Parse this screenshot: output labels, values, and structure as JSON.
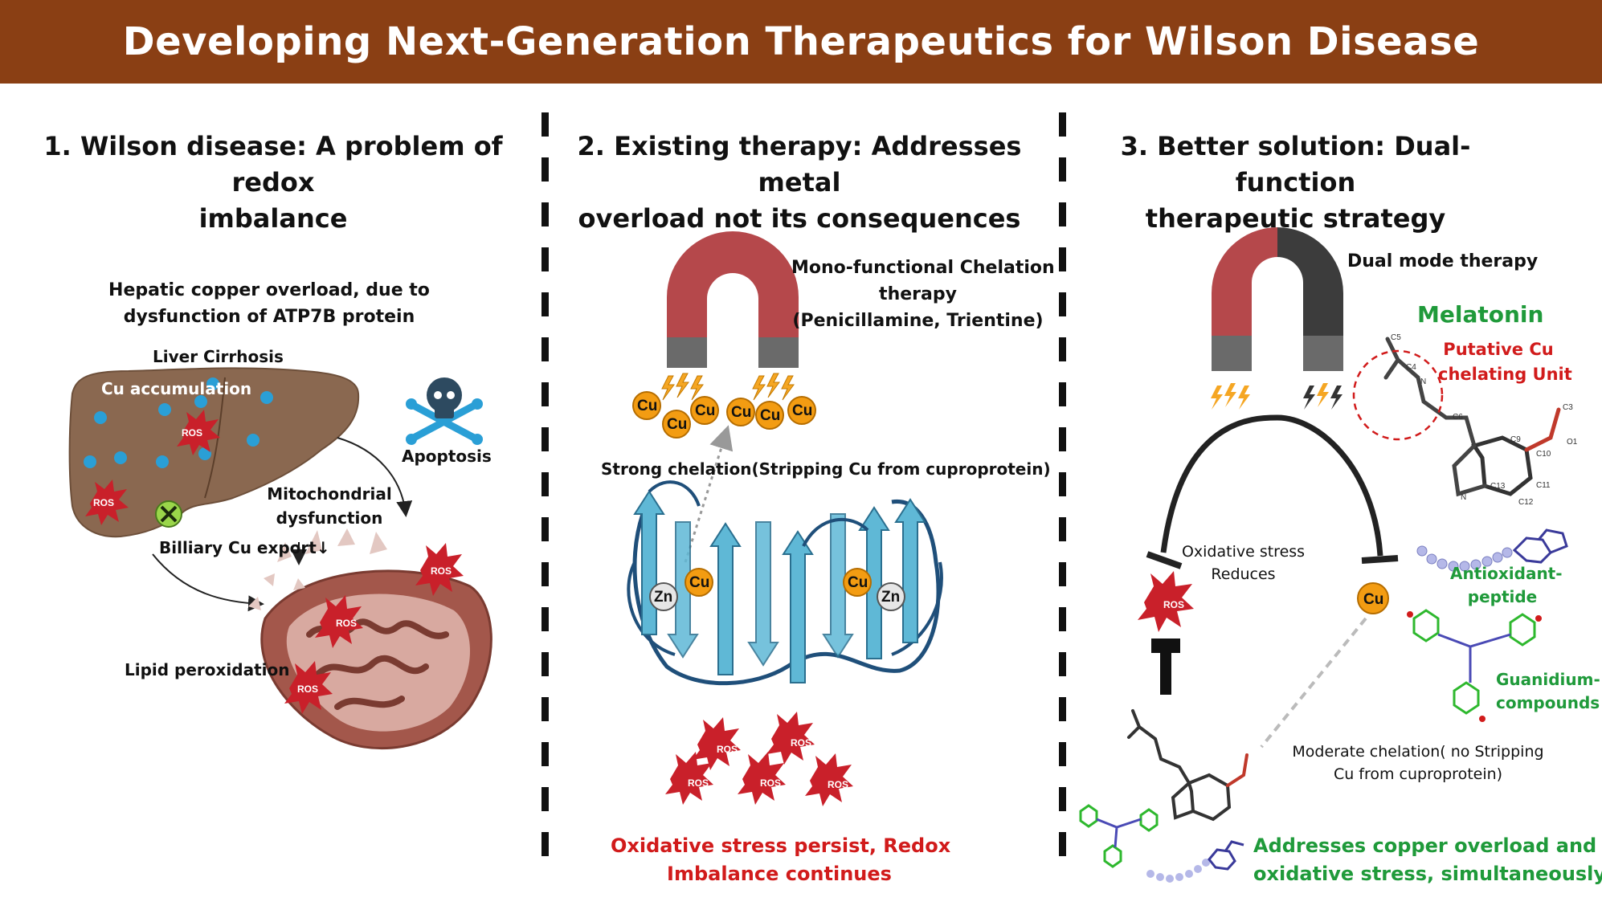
{
  "title": "Developing Next-Generation Therapeutics for Wilson Disease",
  "colors": {
    "header_bg": "#8a3f14",
    "magnet_red": "#b5484b",
    "magnet_dark": "#3c3c3c",
    "cu_orange": "#f39c12",
    "ros_red": "#c9202a",
    "protein_blue": "#5fb8d6",
    "green_text": "#1f9a3a",
    "red_text": "#d11b1b"
  },
  "panel1": {
    "title_line1": "1. Wilson disease: A problem of redox",
    "title_line2": "imbalance",
    "subtitle_line1": "Hepatic copper overload, due to",
    "subtitle_line2": "dysfunction of ATP7B protein",
    "liver_cirrhosis": "Liver Cirrhosis",
    "cu_accumulation": "Cu accumulation",
    "apoptosis": "Apoptosis",
    "mito_line1": "Mitochondrial",
    "mito_line2": "dysfunction",
    "biliary": "Billiary Cu export↓",
    "lipid": "Lipid peroxidation",
    "ros": "ROS"
  },
  "panel2": {
    "title_line1": "2. Existing therapy: Addresses metal",
    "title_line2": "overload not its consequences",
    "mono_line1": "Mono-functional Chelation",
    "mono_line2": "therapy",
    "mono_line3": "(Penicillamine, Trientine)",
    "strong": "Strong chelation(Stripping Cu from cuproprotein)",
    "cu": "Cu",
    "zn": "Zn",
    "ros": "ROS",
    "outcome_line1": "Oxidative stress persist, Redox",
    "outcome_line2": "Imbalance continues"
  },
  "panel3": {
    "title_line1": "3. Better solution: Dual-function",
    "title_line2": "therapeutic strategy",
    "dual": "Dual mode therapy",
    "melatonin": "Melatonin",
    "putative_line1": "Putative Cu",
    "putative_line2": "chelating Unit",
    "ox_line1": "Oxidative stress",
    "ox_line2": "Reduces",
    "ros": "ROS",
    "cu": "Cu",
    "antiox_line1": "Antioxidant-",
    "antiox_line2": "peptide",
    "guan_line1": "Guanidium-",
    "guan_line2": "compounds",
    "moderate_line1": "Moderate chelation( no Stripping",
    "moderate_line2": "Cu from cuproprotein)",
    "final_line1": "Addresses copper overload and",
    "final_line2": "oxidative stress, simultaneously",
    "atoms": [
      "C5",
      "C4",
      "N",
      "C6",
      "C9",
      "C10",
      "O1",
      "C3",
      "C11",
      "C12",
      "C13",
      "N"
    ]
  }
}
